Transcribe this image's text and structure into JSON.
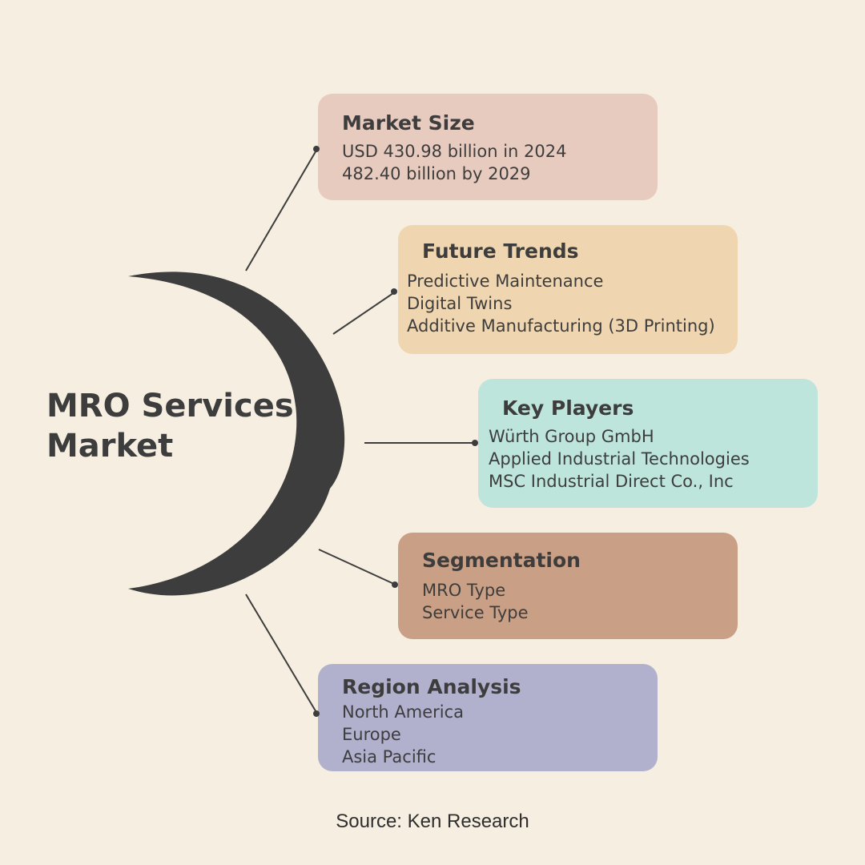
{
  "center": {
    "title_line1": "MRO Services",
    "title_line2": "Market"
  },
  "cards": {
    "market_size": {
      "title": "Market Size",
      "lines": [
        "USD 430.98 billion in 2024",
        "482.40 billion by 2029"
      ],
      "color": "#e8cbbf"
    },
    "future_trends": {
      "title": "Future Trends",
      "lines": [
        "Predictive Maintenance",
        "Digital Twins",
        "Additive Manufacturing (3D Printing)"
      ],
      "color": "#efd6b0"
    },
    "key_players": {
      "title": "Key Players",
      "lines": [
        "Würth Group GmbH",
        "Applied Industrial Technologies",
        "MSC Industrial Direct Co., Inc"
      ],
      "color": "#bee5dc"
    },
    "segmentation": {
      "title": "Segmentation",
      "lines": [
        "MRO Type",
        "Service Type"
      ],
      "color": "#c99f85"
    },
    "region_analysis": {
      "title": "Region Analysis",
      "lines": [
        "North America",
        "Europe",
        "Asia Pacific"
      ],
      "color": "#b1b0cd"
    }
  },
  "source": "Source: Ken Research",
  "colors": {
    "background": "#f6efe1",
    "crescent": "#3d3d3d",
    "text": "#3d3d3d"
  }
}
